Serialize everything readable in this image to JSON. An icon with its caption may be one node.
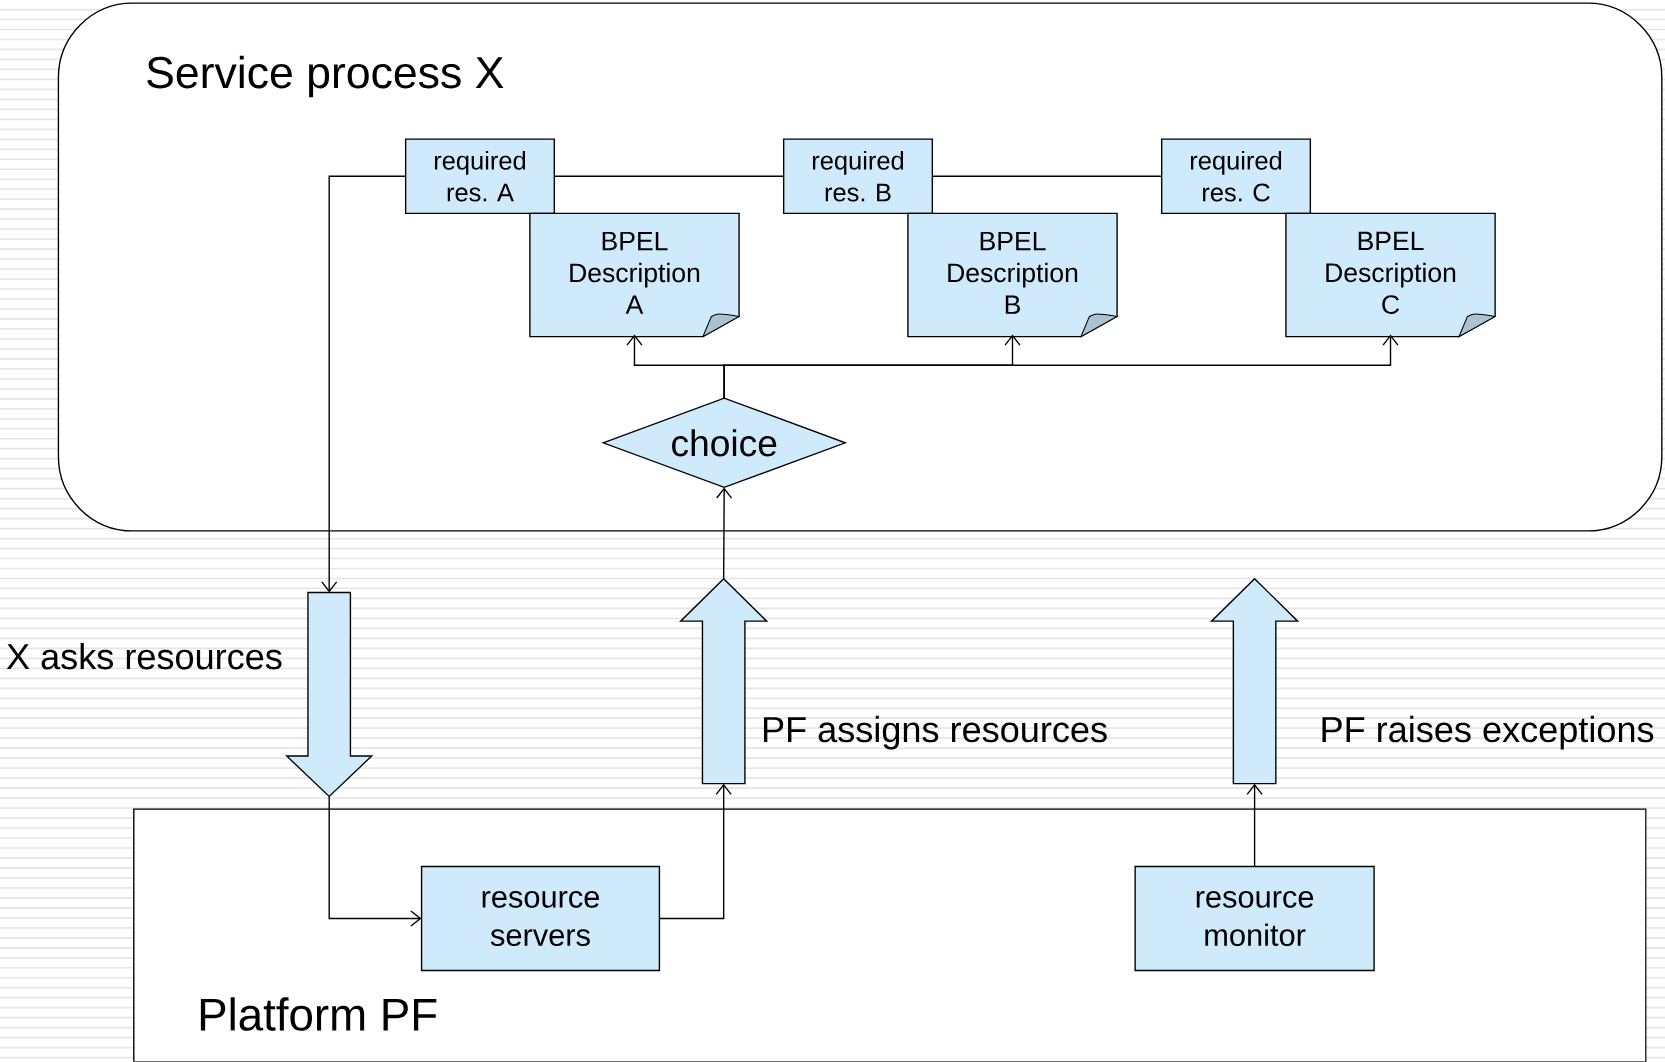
{
  "diagram": {
    "nodes": [
      {
        "text": [
          "Service process X"
        ]
      },
      {
        "text": [
          "required res. A"
        ],
        "in": 0
      },
      {
        "text": [
          "required res. B"
        ],
        "in": 0
      },
      {
        "text": [
          "required res. C"
        ],
        "in": 0
      },
      {
        "text": [
          "BPEL Description A"
        ],
        "in": 0
      },
      {
        "text": [
          "BPEL Description B"
        ],
        "in": 0
      },
      {
        "text": [
          "BPEL Description C"
        ],
        "in": 0
      },
      {
        "text": [
          "choice"
        ],
        "in": 0
      },
      {
        "text": [
          "Platform PF"
        ]
      },
      {
        "text": [],
        "shape": "arrow",
        "beside": [
          "X asks resources"
        ]
      },
      {
        "text": [],
        "shape": "arrow",
        "beside": [
          "PF assigns resources"
        ]
      },
      {
        "text": [],
        "shape": "arrow",
        "beside": [
          "PF raises exceptions"
        ]
      },
      {
        "text": [
          "resource servers"
        ],
        "in": 8
      },
      {
        "text": [
          "resource monitor"
        ],
        "in": 8
      }
    ],
    "edges": [
      {
        "from": 1,
        "to": 2,
        "arrow": "none"
      },
      {
        "from": 2,
        "to": 3,
        "arrow": "none"
      },
      {
        "from": 1,
        "to": 9,
        "arrow": "to"
      },
      {
        "from": 9,
        "to": 12,
        "arrow": "to"
      },
      {
        "from": 12,
        "to": 10,
        "arrow": "to"
      },
      {
        "from": 10,
        "to": 7,
        "arrow": "to"
      },
      {
        "from": 7,
        "to": 4,
        "arrow": "to"
      },
      {
        "from": 7,
        "to": 5,
        "arrow": "to"
      },
      {
        "from": 7,
        "to": 6,
        "arrow": "to"
      },
      {
        "from": 13,
        "to": 11,
        "arrow": "to"
      }
    ]
  }
}
